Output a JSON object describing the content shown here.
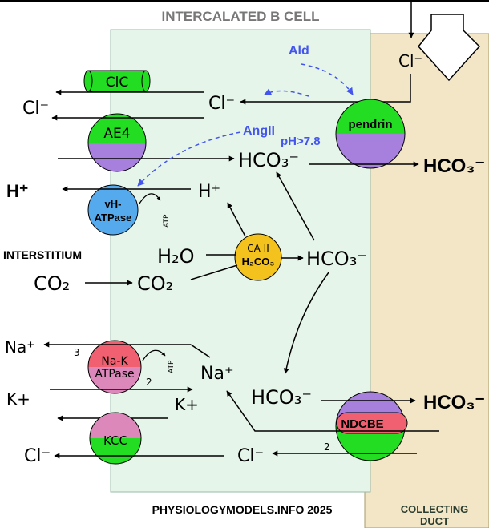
{
  "title": "INTERCALATED B CELL",
  "regions": {
    "interstitium": "INTERSTITIUM",
    "collecting_duct_line1": "COLLECTING",
    "collecting_duct_line2": "DUCT"
  },
  "credit": "PHYSIOLOGYMODELS.INFO 2025",
  "transporters": {
    "clc": "ClC",
    "ae4": "AE4",
    "pendrin": "pendrin",
    "vhatpase_line1": "vH-",
    "vhatpase_line2": "ATPase",
    "ca2_line1": "CA II",
    "ca2_line2": "H₂CO₃",
    "nak_line1": "Na-K",
    "nak_line2": "ATPase",
    "kcc": "KCC",
    "ndcbe": "NDCBE"
  },
  "regulators": {
    "ald": "Ald",
    "angii": "AngII",
    "ph": "pH>7.8"
  },
  "species": {
    "cl": "Cl⁻",
    "hco3": "HCO₃⁻",
    "h": "H⁺",
    "h2o": "H₂O",
    "co2": "CO₂",
    "na": "Na⁺",
    "k": "K+"
  },
  "small_labels": {
    "atp": "ATP",
    "three": "3",
    "two": "2"
  },
  "colors": {
    "cell_fill": "#e5f5ea",
    "duct_fill": "#f2e6c6",
    "green": "#22dd22",
    "purple": "#a77fdc",
    "blue": "#55aaee",
    "yellow": "#f4c21c",
    "red": "#f06070",
    "pink": "#dd88bb",
    "regulator": "#4455ee",
    "label_green": "#2a3d30"
  }
}
